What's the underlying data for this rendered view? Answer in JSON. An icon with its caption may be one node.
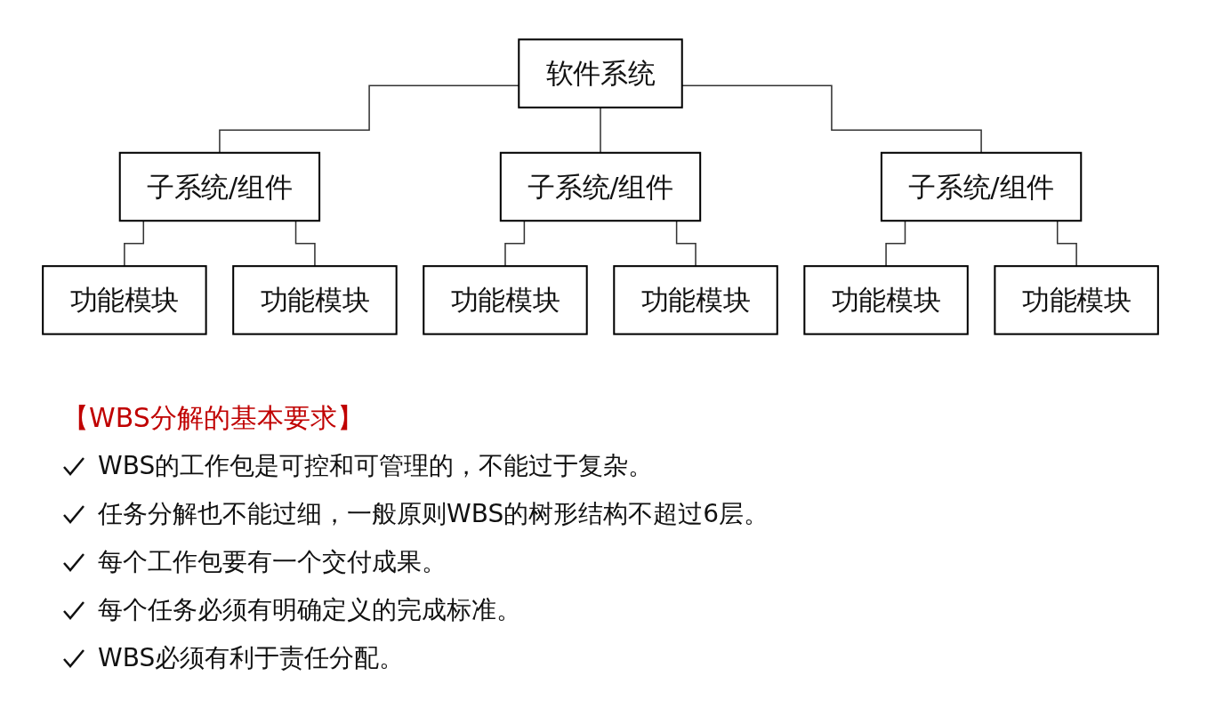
{
  "diagram": {
    "nodes": [
      {
        "text": [
          "软件系统"
        ]
      },
      {
        "text": [
          "子系统/组件"
        ]
      },
      {
        "text": [
          "子系统/组件"
        ]
      },
      {
        "text": [
          "子系统/组件"
        ]
      },
      {
        "text": [
          "功能模块"
        ]
      },
      {
        "text": [
          "功能模块"
        ]
      },
      {
        "text": [
          "功能模块"
        ]
      },
      {
        "text": [
          "功能模块"
        ]
      },
      {
        "text": [
          "功能模块"
        ]
      },
      {
        "text": [
          "功能模块"
        ]
      }
    ],
    "edges": [
      {
        "from": 0,
        "to": 1,
        "arrow": "none"
      },
      {
        "from": 0,
        "to": 2,
        "arrow": "none"
      },
      {
        "from": 0,
        "to": 3,
        "arrow": "none"
      },
      {
        "from": 1,
        "to": 4,
        "arrow": "none"
      },
      {
        "from": 1,
        "to": 5,
        "arrow": "none"
      },
      {
        "from": 2,
        "to": 6,
        "arrow": "none"
      },
      {
        "from": 2,
        "to": 7,
        "arrow": "none"
      },
      {
        "from": 3,
        "to": 8,
        "arrow": "none"
      },
      {
        "from": 3,
        "to": 9,
        "arrow": "none"
      }
    ],
    "labels": [
      "【WBS分解的基本要求】",
      "WBS的工作包是可控和可管理的，不能过于复杂。",
      "任务分解也不能过细，一般原则WBS的树形结构不超过6层。",
      "每个工作包要有一个交付成果。",
      "每个任务必须有明确定义的完成标准。",
      "WBS必须有利于责任分配。"
    ]
  }
}
